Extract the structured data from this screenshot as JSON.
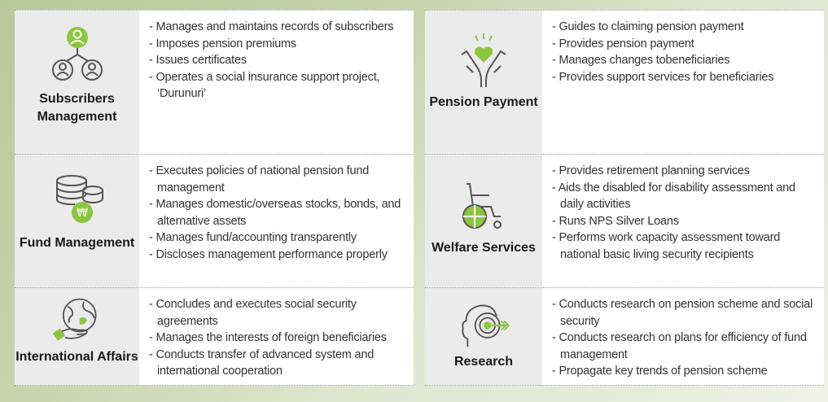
{
  "left": [
    {
      "id": "subscribers",
      "title": "Subscribers Management",
      "icon": "people-network-icon",
      "items": [
        "- Manages and maintains records of subscribers",
        "- Imposes pension premiums",
        "- Issues certificates",
        "- Operates a social insurance support project, ‘Durunuri’"
      ]
    },
    {
      "id": "fund",
      "title": "Fund Management",
      "icon": "coin-stack-won-icon",
      "items": [
        "- Executes policies of national pension fund management",
        "- Manages domestic/overseas stocks, bonds, and alternative assets",
        "- Manages fund/accounting transparently",
        "- Discloses management performance properly"
      ]
    },
    {
      "id": "international",
      "title": "International Affairs",
      "icon": "globe-hand-icon",
      "items": [
        "- Concludes and executes social security agreements",
        "- Manages the interests of foreign beneficiaries",
        "- Conducts transfer of advanced system and international cooperation"
      ]
    }
  ],
  "right": [
    {
      "id": "pension",
      "title": "Pension Payment",
      "icon": "hands-heart-icon",
      "items": [
        "- Guides to claiming pension payment",
        "- Provides pension payment",
        "- Manages changes tobeneficiaries",
        "- Provides support services for beneficiaries"
      ]
    },
    {
      "id": "welfare",
      "title": "Welfare Services",
      "icon": "wheelchair-icon",
      "items": [
        "- Provides retirement planning services",
        "- Aids the disabled for disability assessment and daily activities",
        "- Runs NPS Silver Loans",
        "- Performs work capacity assessment toward national basic living security recipients"
      ]
    },
    {
      "id": "research",
      "title": "Research",
      "icon": "head-target-icon",
      "items": [
        "- Conducts research on pension scheme and social security",
        "- Conducts research on plans for efficiency of fund management",
        "- Propagate key trends of pension scheme"
      ]
    }
  ],
  "colors": {
    "accent": "#8cc63f",
    "stroke": "#555555",
    "icon_bg": "#ebebeb"
  }
}
